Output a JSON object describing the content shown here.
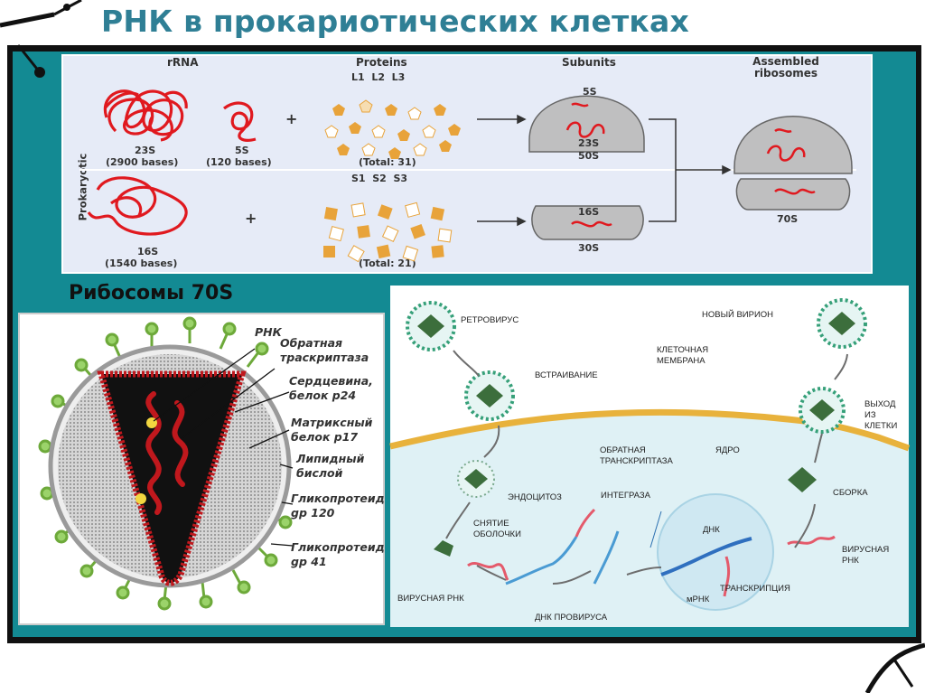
{
  "title": "РНК в прокариотических клетках",
  "rrna_panel": {
    "side_label": "Prokaryotic",
    "headers": {
      "rrna": "rRNA",
      "proteins": "Proteins",
      "subunits": "Subunits",
      "assembled": "Assembled ribosomes"
    },
    "large": {
      "proteins": "L1  L2  L3",
      "rna_23s": "23S",
      "bases_23s": "(2900 bases)",
      "rna_5s": "5S",
      "bases_5s": "(120 bases)",
      "total": "(Total: 31)",
      "subunit_5s": "5S",
      "subunit_23s": "23S",
      "subunit_name": "50S"
    },
    "small": {
      "proteins": "S1  S2  S3",
      "rna_16s": "16S",
      "bases_16s": "(1540 bases)",
      "total": "(Total: 21)",
      "subunit_16s": "16S",
      "subunit_name": "30S"
    },
    "assembled_name": "70S",
    "plus": "+"
  },
  "caption": "Рибосомы 70S",
  "virus_labels": [
    "РНК",
    "Обратная",
    "траскриптаза",
    "Сердцевина,",
    "белок р24",
    "Матриксный",
    "белок р17",
    "Липидный",
    "бислой",
    "Гликопротеид",
    "gp 120",
    "Гликопротеид",
    "gp 41"
  ],
  "cycle_labels": {
    "retrovirus": "РЕТРОВИРУС",
    "new_virion": "НОВЫЙ ВИРИОН",
    "membrane_1": "КЛЕТОЧНАЯ",
    "membrane_2": "МЕМБРАНА",
    "insertion": "ВСТРАИВАНИЕ",
    "exit_1": "ВЫХОД",
    "exit_2": "ИЗ",
    "exit_3": "КЛЕТКИ",
    "rt_1": "ОБРАТНАЯ",
    "rt_2": "ТРАНСКРИПТАЗА",
    "nucleus": "ЯДРО",
    "endocytosis": "ЭНДОЦИТОЗ",
    "integrase": "ИНТЕГРАЗА",
    "assembly": "СБОРКА",
    "uncoat_1": "СНЯТИЕ",
    "uncoat_2": "ОБОЛОЧКИ",
    "dna": "ДНК",
    "viral_rna_1": "ВИРУСНАЯ",
    "viral_rna_2": "РНК",
    "transcription": "ТРАНСКРИПЦИЯ",
    "mrna": "мРНК",
    "viral_rna_left": "ВИРУСНАЯ РНК",
    "provirus": "ДНК ПРОВИРУСА"
  },
  "colors": {
    "teal": "#138a93",
    "title": "#2f7f95",
    "rna_red": "#e0191f",
    "protein_gold": "#e8a33a",
    "panel_bg": "#e6ebf7"
  }
}
